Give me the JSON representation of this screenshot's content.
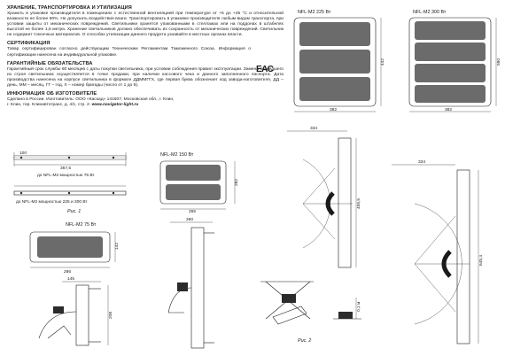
{
  "sections": [
    {
      "title": "ХРАНЕНИЕ, ТРАНСПОРТИРОВКА И УТИЛИЗАЦИЯ",
      "body": "Хранить в упаковке производителя в помещениях с естественной вентиляцией при температуре от +5 до +45 °С и относительной влажности не более 80%. Не допускать воздействия влаги. Транспортировать в упаковке производителя любым видом транспорта, при условии защиты от механических повреждений. Светильники хранятся упакованными в стеллажах или на поддонах в штабелях высотой не более 1,5 метра. Хранение светильников должно обеспечивать их сохранность от механических повреждений. Светильник не содержит токсичных материалов. О способах утилизации данного продукта узнавайте в местных органах власти."
    },
    {
      "title": "СЕРТИФИКАЦИЯ",
      "body": "Товар сертифицирован согласно действующим Техническим Регламентам Таможенного Союза. Информация о сертификации нанесена на индивидуальной упаковке."
    },
    {
      "title": "ГАРАНТИЙНЫЕ ОБЯЗАТЕЛЬСТВА",
      "body": "Гарантийный срок службы 60 месяцев с даты покупки светильника, при условии соблюдения правил эксплуатации. Замена вышедшего из строя светильника осуществляется в точке продажи, при наличии кассового чека и данного заполненного паспорта. Дата производства нанесена на корпусе светильника в формате ДДММГГХ, где первая буква обозначает код завода-изготовителя, ДД – день, ММ – месяц, ГГ – год, Х – номер бригады (число от 1 до 9)."
    },
    {
      "title": "ИНФОРМАЦИЯ ОБ ИЗГОТОВИТЕЛЕ",
      "body": "Сделано в России. Изготовитель: ООО «Каскад» 141607, Московская обл., г. Клин,",
      "body2": "г. Клин, тер. Клинавтотранс, д. 4/1, стр. 2.",
      "website": "www.navigator-light.ru"
    }
  ],
  "eac_mark": "ЕАС",
  "figures": {
    "fig1_caption": "Рис. 1",
    "fig2_caption": "Рис. 2",
    "fig1_top_dims": [
      "100",
      "357,5",
      "до NFL-M2 мощностью 75 Вт"
    ],
    "fig1_bottom_dims": [
      "до NFL-M2 мощностью 225 и 300 Вт"
    ],
    "model_150": "NFL-M2 150 Вт",
    "model_75": "NFL-M2 75 Вт",
    "model_225": "NFL-M2 225 Вт",
    "model_300": "NFL-M2 300 Вт",
    "dims_150": [
      "282",
      "265"
    ],
    "dims_75": [
      "286",
      "142",
      "260",
      "145",
      "208"
    ],
    "dims_225": [
      "382",
      "442"
    ],
    "dims_300": [
      "382",
      "590"
    ],
    "dims_mount": [
      "334",
      "455,5",
      "645,4",
      "0,1 м"
    ]
  }
}
